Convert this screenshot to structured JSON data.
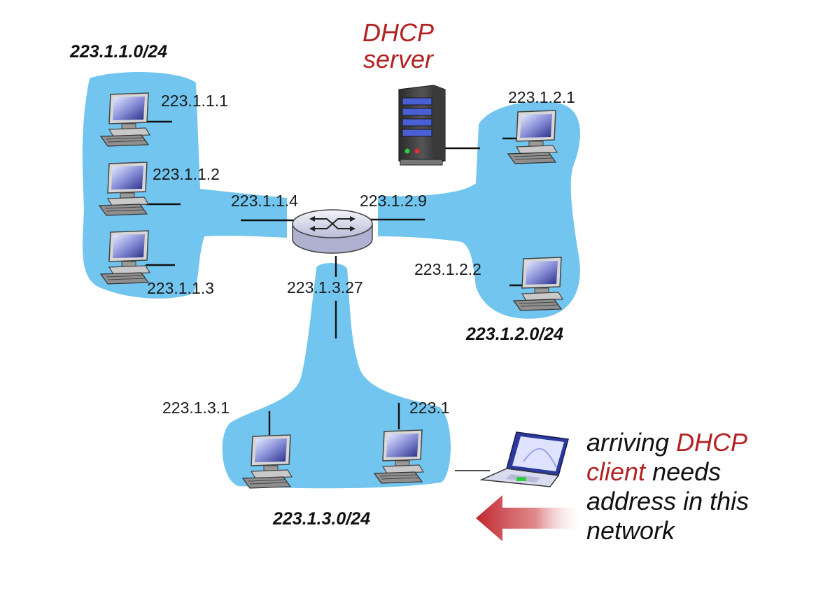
{
  "subnets": {
    "a": "223.1.1.0/24",
    "b": "223.1.2.0/24",
    "c": "223.1.3.0/24"
  },
  "dhcp_server": {
    "line1": "DHCP",
    "line2": "server"
  },
  "hosts": {
    "h111": "223.1.1.1",
    "h112": "223.1.1.2",
    "h113": "223.1.1.3",
    "h121": "223.1.2.1",
    "h122": "223.1.2.2",
    "h131": "223.1.3.1",
    "h132": "223.1"
  },
  "router": {
    "if1": "223.1.1.4",
    "if2": "223.1.2.9",
    "if3": "223.1.3.27"
  },
  "note": {
    "w1": "arriving",
    "w2": "DHCP",
    "w3": "client",
    "w4": "needs",
    "line3": "address in this",
    "line4": "network"
  },
  "colors": {
    "subnet_fill": "#71c5ee",
    "accent_red": "#b22222",
    "line": "#111111"
  }
}
